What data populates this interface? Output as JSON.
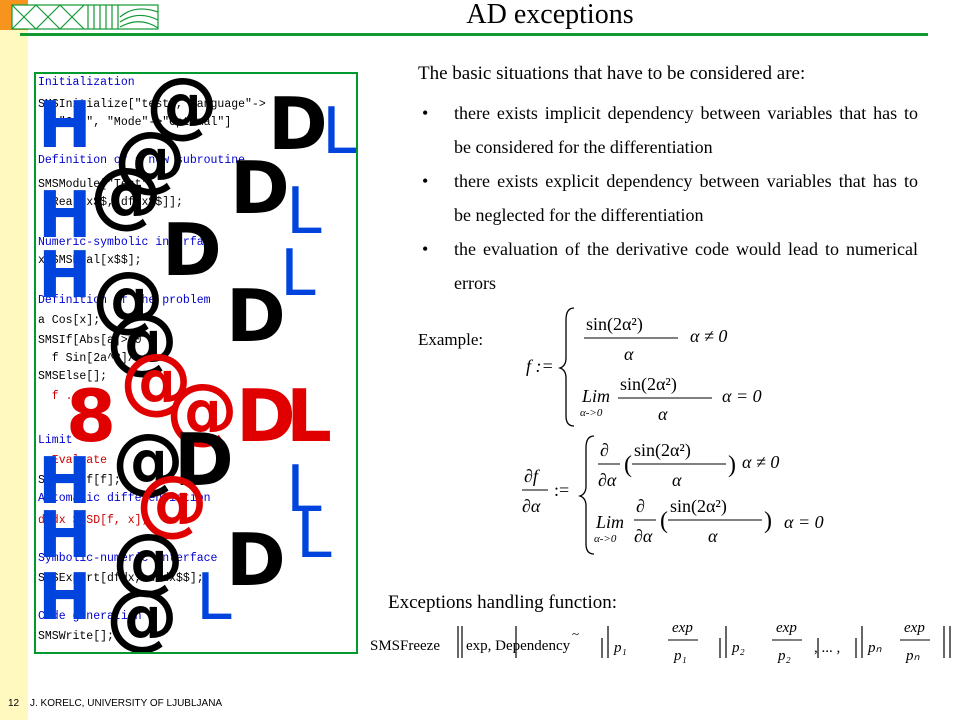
{
  "header": {
    "title": "AD exceptions"
  },
  "code": {
    "lines": [
      {
        "text": "Initialization",
        "color": "blue"
      },
      {
        "text": "SMSInitialize[\"test\",\"Language\"->",
        "color": "black"
      },
      {
        "text": "   \"C++\", \"Mode\"->\"Optimal\"]",
        "color": "black"
      },
      {
        "text": "Definition of a new subroutine",
        "color": "blue"
      },
      {
        "text": "SMSModule[\"Test\",",
        "color": "black"
      },
      {
        "text": "  Real[x$$, dfdx$$]];",
        "color": "black"
      },
      {
        "text": "Numeric-symbolic interface",
        "color": "blue"
      },
      {
        "text": "x SMSReal[x$$];",
        "color": "black"
      },
      {
        "text": "Definition of the problem",
        "color": "blue"
      },
      {
        "text": "a Cos[x];",
        "color": "black"
      },
      {
        "text": "SMSIf[Abs[a]>10",
        "color": "black"
      },
      {
        "text": "  f Sin[2a^2]/a;",
        "color": "black"
      },
      {
        "text": "SMSElse[];",
        "color": "black"
      },
      {
        "text": "  f ...",
        "color": "red"
      },
      {
        "text": "Limit",
        "color": "blue"
      },
      {
        "text": "  Evaluate",
        "color": "red"
      },
      {
        "text": "SMSEndIf[f];",
        "color": "black"
      },
      {
        "text": "Automatic differentiation",
        "color": "blue"
      },
      {
        "text": "dfdx SMSD[f, x];",
        "color": "red"
      },
      {
        "text": "Symbolic-numeric interface",
        "color": "blue"
      },
      {
        "text": "SMSExport[dfdx, dfdx$$];",
        "color": "black"
      },
      {
        "text": "Code generation",
        "color": "blue"
      },
      {
        "text": "SMSWrite[];",
        "color": "black"
      }
    ]
  },
  "content": {
    "intro": "The basic situations that have to be considered are:",
    "bullets": [
      "there exists implicit dependency between variables that has to be considered for the differentiation",
      "there exists explicit dependency between variables that has to be neglected for the differentiation",
      "the evaluation of the derivative code would lead to numerical errors"
    ],
    "bullet_symbol": "•",
    "example_label": "Example:",
    "exceptions_label": "Exceptions handling function:"
  },
  "formula": {
    "f_lhs": "f :=",
    "df_lhs_num": "∂f",
    "df_lhs_den": "∂α",
    "assign": ":=",
    "sin_expr": "sin(2α²)",
    "alpha": "α",
    "neq0": "α ≠ 0",
    "eq0": "α = 0",
    "lim": "Lim",
    "lim_sub": "α->0",
    "partial": "∂",
    "partial_alpha": "∂α"
  },
  "freeze": {
    "name": "SMSFreeze",
    "args": "exp, Dependency",
    "tilde": "~",
    "p1": "p₁",
    "p2": "p₂",
    "pn": "pₙ",
    "exp": "exp",
    "dots": ", ... ,"
  },
  "footer": {
    "page": "12",
    "author": "J. KORELC, UNIVERSITY OF LJUBLJANA"
  },
  "colors": {
    "accent_green": "#109a33",
    "sidebar_yellow": "#fff9c0",
    "sidebar_orange": "#f7941d",
    "code_blue": "#0000cc",
    "code_red": "#cc0000",
    "glyph_red": "#e00000"
  }
}
